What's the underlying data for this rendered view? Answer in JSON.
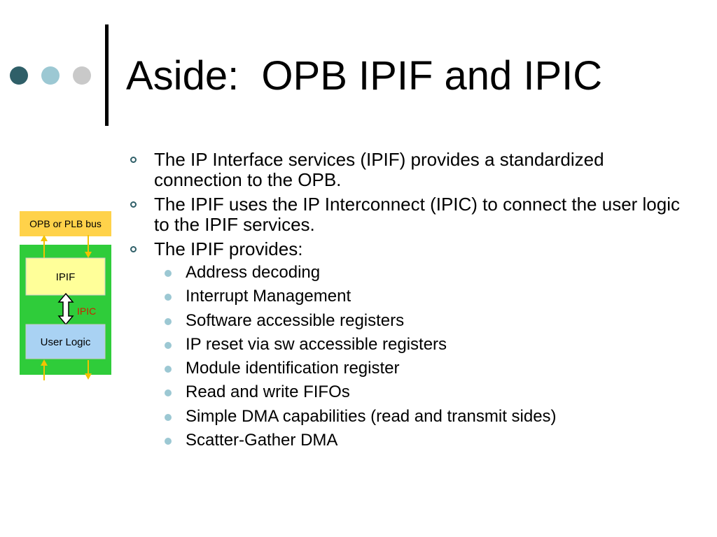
{
  "slide": {
    "title": "Aside:  OPB IPIF and IPIC"
  },
  "bullets": [
    "The IP Interface services (IPIF) provides a standardized connection to the OPB.",
    "The IPIF uses the IP Interconnect (IPIC) to connect the user logic to the IPIF services.",
    "The IPIF provides:"
  ],
  "sub_bullets": [
    "Address decoding",
    "Interrupt Management",
    "Software accessible registers",
    "IP reset via sw accessible registers",
    "Module identification register",
    "Read and write FIFOs",
    "Simple DMA capabilities (read and transmit sides)",
    "Scatter-Gather DMA"
  ],
  "diagram": {
    "bus_label": "OPB or PLB bus",
    "ipif_label": "IPIF",
    "ipic_label": "IPIC",
    "user_logic_label": "User Logic",
    "colors": {
      "bus_box": "#ffd24a",
      "green_panel": "#2fcc3a",
      "ipif_box": "#ffff99",
      "user_logic_box": "#a9d2f3",
      "arrow": "#f2c200",
      "ipic_text": "#cc2200"
    }
  }
}
